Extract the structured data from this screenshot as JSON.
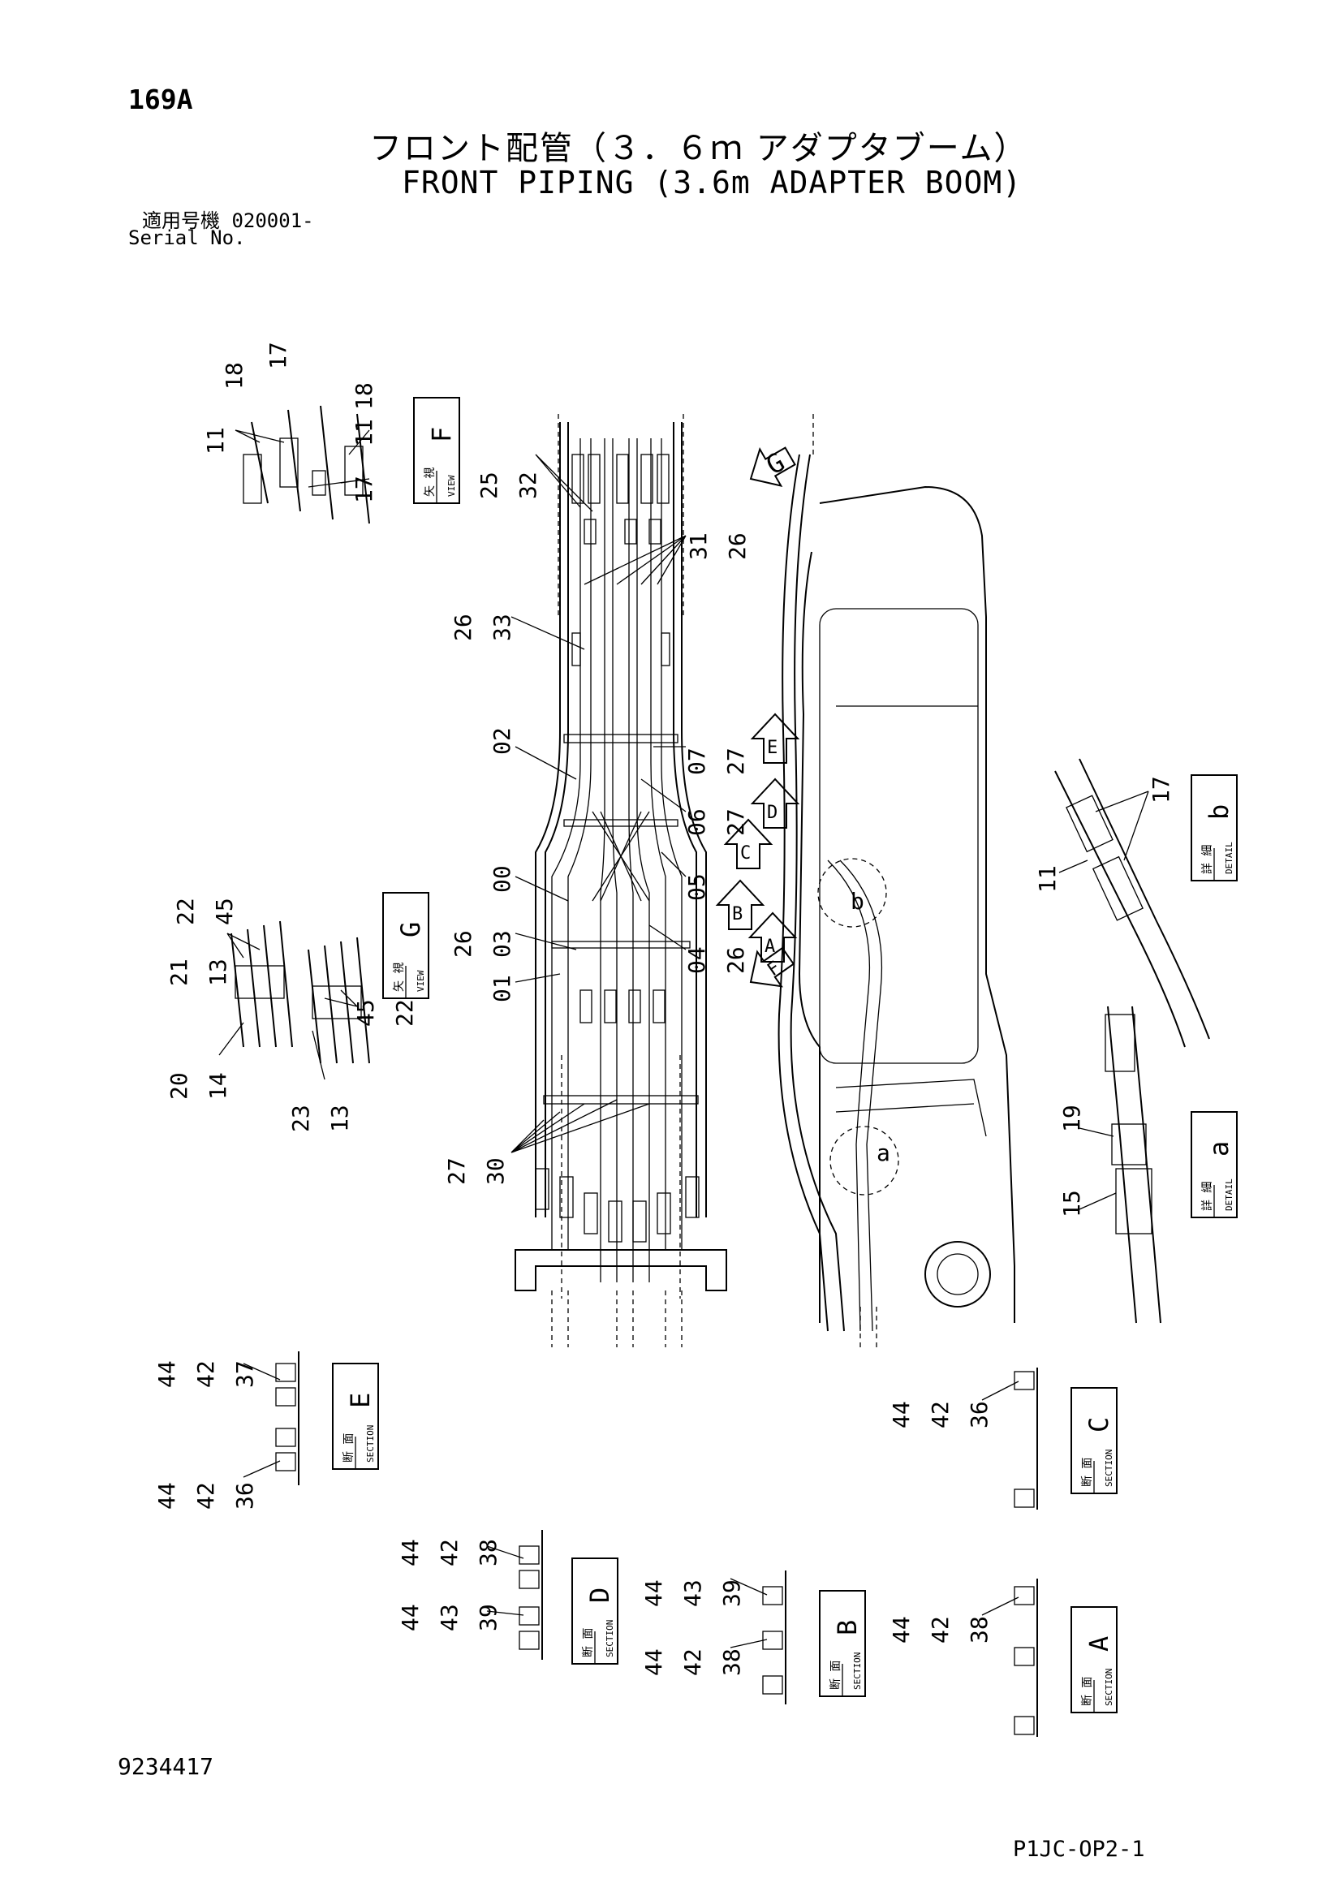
{
  "header": {
    "page_no": "169A",
    "title_jp": "フロント配管（３．６ｍ アダプタブーム）",
    "title_en": "FRONT PIPING (3.6m ADAPTER BOOM)",
    "serial_label_jp": "適用号機",
    "serial_value": "020001-",
    "serial_label_en": "Serial No."
  },
  "footer": {
    "doc_no": "9234417",
    "ref_code": "P1JC-OP2-1"
  },
  "view_boxes": [
    {
      "letter": "F",
      "jp": "矢 視",
      "en": "VIEW"
    },
    {
      "letter": "G",
      "jp": "矢 視",
      "en": "VIEW"
    }
  ],
  "detail_boxes": [
    {
      "letter": "b",
      "jp": "詳 細",
      "en": "DETAIL"
    },
    {
      "letter": "a",
      "jp": "詳 細",
      "en": "DETAIL"
    }
  ],
  "section_boxes": [
    {
      "letter": "E",
      "jp": "断 面",
      "en": "SECTION"
    },
    {
      "letter": "C",
      "jp": "断 面",
      "en": "SECTION"
    },
    {
      "letter": "D",
      "jp": "断 面",
      "en": "SECTION"
    },
    {
      "letter": "B",
      "jp": "断 面",
      "en": "SECTION"
    },
    {
      "letter": "A",
      "jp": "断 面",
      "en": "SECTION"
    }
  ],
  "section_arrows": [
    "G",
    "E",
    "D",
    "C",
    "B",
    "A",
    "F"
  ],
  "detail_circles": [
    "b",
    "a"
  ],
  "callouts": {
    "view_f": [
      "18",
      "17",
      "11",
      "11",
      "18",
      "17"
    ],
    "main_top": [
      "25",
      "32",
      "31",
      "26",
      "26",
      "33",
      "02",
      "07",
      "27",
      "06",
      "27",
      "05",
      "00",
      "26",
      "03",
      "01",
      "04",
      "26",
      "27",
      "30"
    ],
    "view_g": [
      "22",
      "45",
      "21",
      "13",
      "45",
      "22",
      "20",
      "14",
      "23",
      "13"
    ],
    "detail_b": [
      "17",
      "11"
    ],
    "detail_a": [
      "19",
      "15"
    ],
    "section_e": [
      "44",
      "42",
      "37",
      "44",
      "42",
      "36"
    ],
    "section_c": [
      "44",
      "42",
      "36"
    ],
    "section_d": [
      "44",
      "42",
      "38",
      "44",
      "43",
      "39"
    ],
    "section_b": [
      "44",
      "43",
      "39",
      "44",
      "42",
      "38"
    ],
    "section_a": [
      "44",
      "42",
      "38"
    ]
  }
}
